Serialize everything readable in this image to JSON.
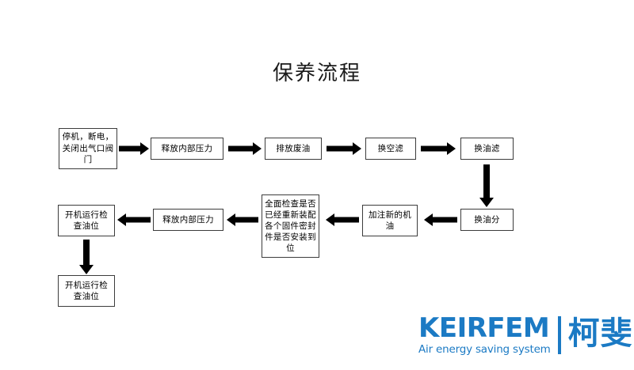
{
  "slide": {
    "title": "保养流程",
    "background_color": "#ffffff",
    "box_border_color": "#3c3c3c",
    "arrow_color": "#000000"
  },
  "flow": {
    "nodes": [
      {
        "id": "n1",
        "label": "停机，断电，关闭出气口阀门"
      },
      {
        "id": "n2",
        "label": "释放内部压力"
      },
      {
        "id": "n3",
        "label": "排放废油"
      },
      {
        "id": "n4",
        "label": "换空滤"
      },
      {
        "id": "n5",
        "label": "换油滤"
      },
      {
        "id": "n6",
        "label": "换油分"
      },
      {
        "id": "n7",
        "label": "加注新的机油"
      },
      {
        "id": "n8",
        "label": "全面检查是否已经重新装配各个固件密封件是否安装到位"
      },
      {
        "id": "n9",
        "label": "释放内部压力"
      },
      {
        "id": "n10",
        "label": "开机运行检查油位"
      },
      {
        "id": "n11",
        "label": "开机运行检查油位"
      }
    ],
    "connectors": [
      {
        "from": "n1",
        "to": "n2",
        "direction": "right"
      },
      {
        "from": "n2",
        "to": "n3",
        "direction": "right"
      },
      {
        "from": "n3",
        "to": "n4",
        "direction": "right"
      },
      {
        "from": "n4",
        "to": "n5",
        "direction": "right"
      },
      {
        "from": "n5",
        "to": "n6",
        "direction": "down"
      },
      {
        "from": "n6",
        "to": "n7",
        "direction": "left"
      },
      {
        "from": "n7",
        "to": "n8",
        "direction": "left"
      },
      {
        "from": "n8",
        "to": "n9",
        "direction": "left"
      },
      {
        "from": "n9",
        "to": "n10",
        "direction": "left"
      },
      {
        "from": "n10",
        "to": "n11",
        "direction": "down"
      }
    ]
  },
  "logo": {
    "wordmark": "KEIRFEM",
    "tagline": "Air energy saving system",
    "chinese_name": "柯斐",
    "color": "#1b7ac4"
  }
}
